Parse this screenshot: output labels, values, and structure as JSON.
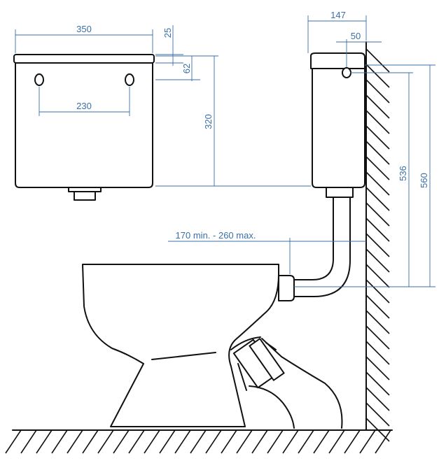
{
  "colors": {
    "line": "#111111",
    "dimension": "#3a6fa8",
    "background": "#ffffff"
  },
  "dimensions": {
    "tank_width": "350",
    "lid_thickness": "25",
    "hole_offset": "62",
    "hole_spacing": "230",
    "tank_height": "320",
    "tank_depth": "147",
    "wall_to_hole": "50",
    "hole_height_536": "536",
    "tank_top_height": "560",
    "pipe_distance": "170 min. - 260 max."
  }
}
